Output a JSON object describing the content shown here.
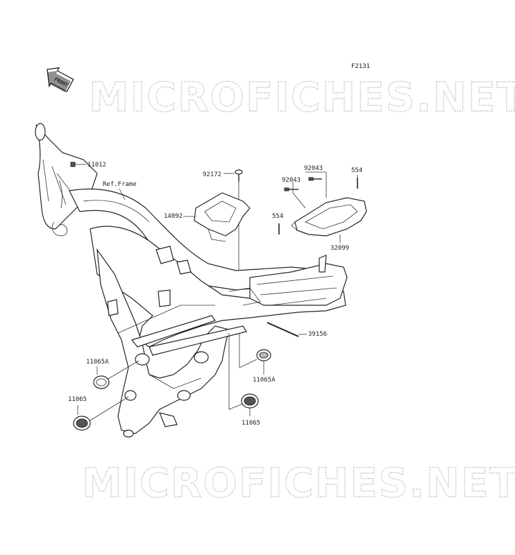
{
  "figure_code": "F2131",
  "front_arrow_text": "FRONT",
  "watermark_top": "MICROFICHES.NET",
  "watermark_bottom": "MICROFICHES.NET",
  "labels": {
    "p11012": "11012",
    "ref_frame": "Ref.Frame",
    "p92172": "92172",
    "p14092": "14092",
    "p92043_a": "92043",
    "p92043_b": "92043",
    "p554_a": "554",
    "p554_b": "554",
    "p32099": "32099",
    "p39156": "39156",
    "p11065A_left": "11065A",
    "p11065_left": "11065",
    "p11065A_right": "11065A",
    "p11065_right": "11065"
  }
}
